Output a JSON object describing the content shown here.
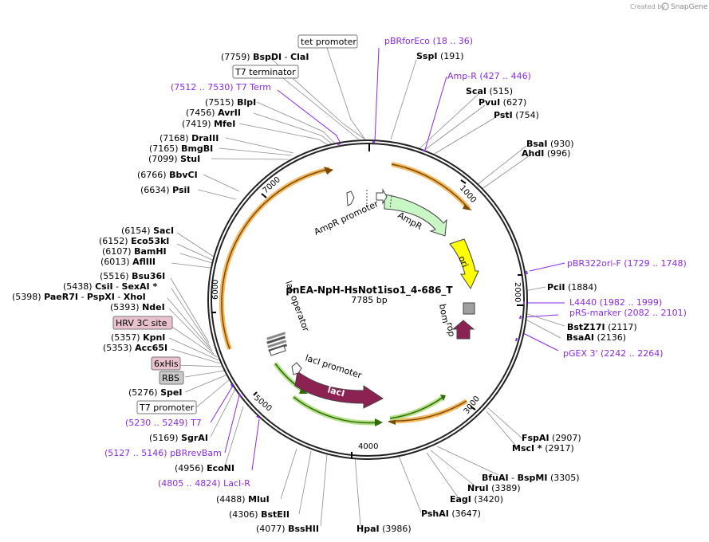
{
  "credit": {
    "created_by": "Created by",
    "brand": "SnapGene"
  },
  "plasmid": {
    "name": "pnEA-NpH-HsNot1iso1_4-686_T",
    "size_label": "7785 bp",
    "length": 7785
  },
  "ruler": [
    "1000",
    "2000",
    "3000",
    "4000",
    "5000",
    "6000",
    "7000"
  ],
  "features": {
    "ampr_promoter": "AmpR promoter",
    "ampr": "AmpR",
    "ori": "ori",
    "bom": "bom",
    "rop": "rop",
    "laci_promoter": "lacI promoter",
    "laci": "lacI",
    "lac_operator": "lac operator"
  },
  "boxes": {
    "tet_promoter": "tet promoter",
    "t7_terminator": "T7 terminator",
    "hrv": "HRV 3C site",
    "his": "6xHis",
    "rbs": "RBS",
    "t7_promoter": "T7 promoter"
  },
  "sites": [
    {
      "pos": "(7759)",
      "name": "BspDI",
      "pos2": "",
      "name2": "ClaI"
    },
    {
      "pos": "",
      "name": "SspI",
      "pos2": "(191)",
      "name2": ""
    },
    {
      "pos": "(7515)",
      "name": "BlpI",
      "pos2": "",
      "name2": ""
    },
    {
      "pos": "(7456)",
      "name": "AvrII",
      "pos2": "",
      "name2": ""
    },
    {
      "pos": "(7419)",
      "name": "MfeI",
      "pos2": "",
      "name2": ""
    },
    {
      "pos": "",
      "name": "ScaI",
      "pos2": "(515)",
      "name2": ""
    },
    {
      "pos": "",
      "name": "PvuI",
      "pos2": "(627)",
      "name2": ""
    },
    {
      "pos": "",
      "name": "PstI",
      "pos2": "(754)",
      "name2": ""
    },
    {
      "pos": "(7168)",
      "name": "DraIII",
      "pos2": "",
      "name2": ""
    },
    {
      "pos": "(7165)",
      "name": "BmgBI",
      "pos2": "",
      "name2": ""
    },
    {
      "pos": "(7099)",
      "name": "StuI",
      "pos2": "",
      "name2": ""
    },
    {
      "pos": "",
      "name": "BsaI",
      "pos2": "(930)",
      "name2": ""
    },
    {
      "pos": "",
      "name": "AhdI",
      "pos2": "(996)",
      "name2": ""
    },
    {
      "pos": "(6766)",
      "name": "BbvCI",
      "pos2": "",
      "name2": ""
    },
    {
      "pos": "(6634)",
      "name": "PsiI",
      "pos2": "",
      "name2": ""
    },
    {
      "pos": "(6154)",
      "name": "SacI",
      "pos2": "",
      "name2": ""
    },
    {
      "pos": "(6152)",
      "name": "Eco53kI",
      "pos2": "",
      "name2": ""
    },
    {
      "pos": "(6107)",
      "name": "BamHI",
      "pos2": "",
      "name2": ""
    },
    {
      "pos": "(6013)",
      "name": "AflIII",
      "pos2": "",
      "name2": ""
    },
    {
      "pos": "(5516)",
      "name": "Bsu36I",
      "pos2": "",
      "name2": ""
    },
    {
      "pos": "(5438)",
      "name": "CsiI",
      "pos2": "",
      "name2": "SexAI *"
    },
    {
      "pos": "(5398)",
      "name": "PaeR7I",
      "pos2": "",
      "name2": "PspXI"
    },
    {
      "pos": "",
      "name": "XhoI",
      "pos2": "",
      "name2": ""
    },
    {
      "pos": "(5393)",
      "name": "NdeI",
      "pos2": "",
      "name2": ""
    },
    {
      "pos": "",
      "name": "PciI",
      "pos2": "(1884)",
      "name2": ""
    },
    {
      "pos": "",
      "name": "BstZ17I",
      "pos2": "(2117)",
      "name2": ""
    },
    {
      "pos": "",
      "name": "BsaAI",
      "pos2": "(2136)",
      "name2": ""
    },
    {
      "pos": "(5357)",
      "name": "KpnI",
      "pos2": "",
      "name2": ""
    },
    {
      "pos": "(5353)",
      "name": "Acc65I",
      "pos2": "",
      "name2": ""
    },
    {
      "pos": "(5276)",
      "name": "SpeI",
      "pos2": "",
      "name2": ""
    },
    {
      "pos": "(5169)",
      "name": "SgrAI",
      "pos2": "",
      "name2": ""
    },
    {
      "pos": "(4956)",
      "name": "EcoNI",
      "pos2": "",
      "name2": ""
    },
    {
      "pos": "(4488)",
      "name": "MluI",
      "pos2": "",
      "name2": ""
    },
    {
      "pos": "(4306)",
      "name": "BstEII",
      "pos2": "",
      "name2": ""
    },
    {
      "pos": "(4077)",
      "name": "BssHII",
      "pos2": "",
      "name2": ""
    },
    {
      "pos": "",
      "name": "HpaI",
      "pos2": "(3986)",
      "name2": ""
    },
    {
      "pos": "",
      "name": "PshAI",
      "pos2": "(3647)",
      "name2": ""
    },
    {
      "pos": "",
      "name": "EagI",
      "pos2": "(3420)",
      "name2": ""
    },
    {
      "pos": "",
      "name": "NruI",
      "pos2": "(3389)",
      "name2": ""
    },
    {
      "pos": "",
      "name": "BfuAI",
      "pos2": "(3305)",
      "name2": "BspMI"
    },
    {
      "pos": "",
      "name": "FspAI",
      "pos2": "(2907)",
      "name2": ""
    },
    {
      "pos": "",
      "name": "MscI *",
      "pos2": "(2917)",
      "name2": ""
    }
  ],
  "primers": [
    {
      "name": "pBRforEco",
      "range": "(18 .. 36)"
    },
    {
      "name": "Amp-R",
      "range": "(427 .. 446)"
    },
    {
      "name": "T7 Term",
      "range": "(7512 .. 7530)"
    },
    {
      "name": "pBR322ori-F",
      "range": "(1729 .. 1748)"
    },
    {
      "name": "L4440",
      "range": "(1982 .. 1999)"
    },
    {
      "name": "pRS-marker",
      "range": "(2082 .. 2101)"
    },
    {
      "name": "pGEX 3'",
      "range": "(2242 .. 2264)"
    },
    {
      "name": "T7",
      "range": "(5230 .. 5249)"
    },
    {
      "name": "pBRrevBam",
      "range": "(5127 .. 5146)"
    },
    {
      "name": "LacI-R",
      "range": "(4805 .. 4824)"
    }
  ],
  "colors": {
    "backbone": "#222222",
    "primer": "#8a2be2",
    "orange_arrow": "#f4b860",
    "green_arrow": "#b5e08a",
    "ampr": "#c8f7c5",
    "ori": "#ffff00",
    "laci": "#8b2252",
    "site_line": "#888888"
  }
}
